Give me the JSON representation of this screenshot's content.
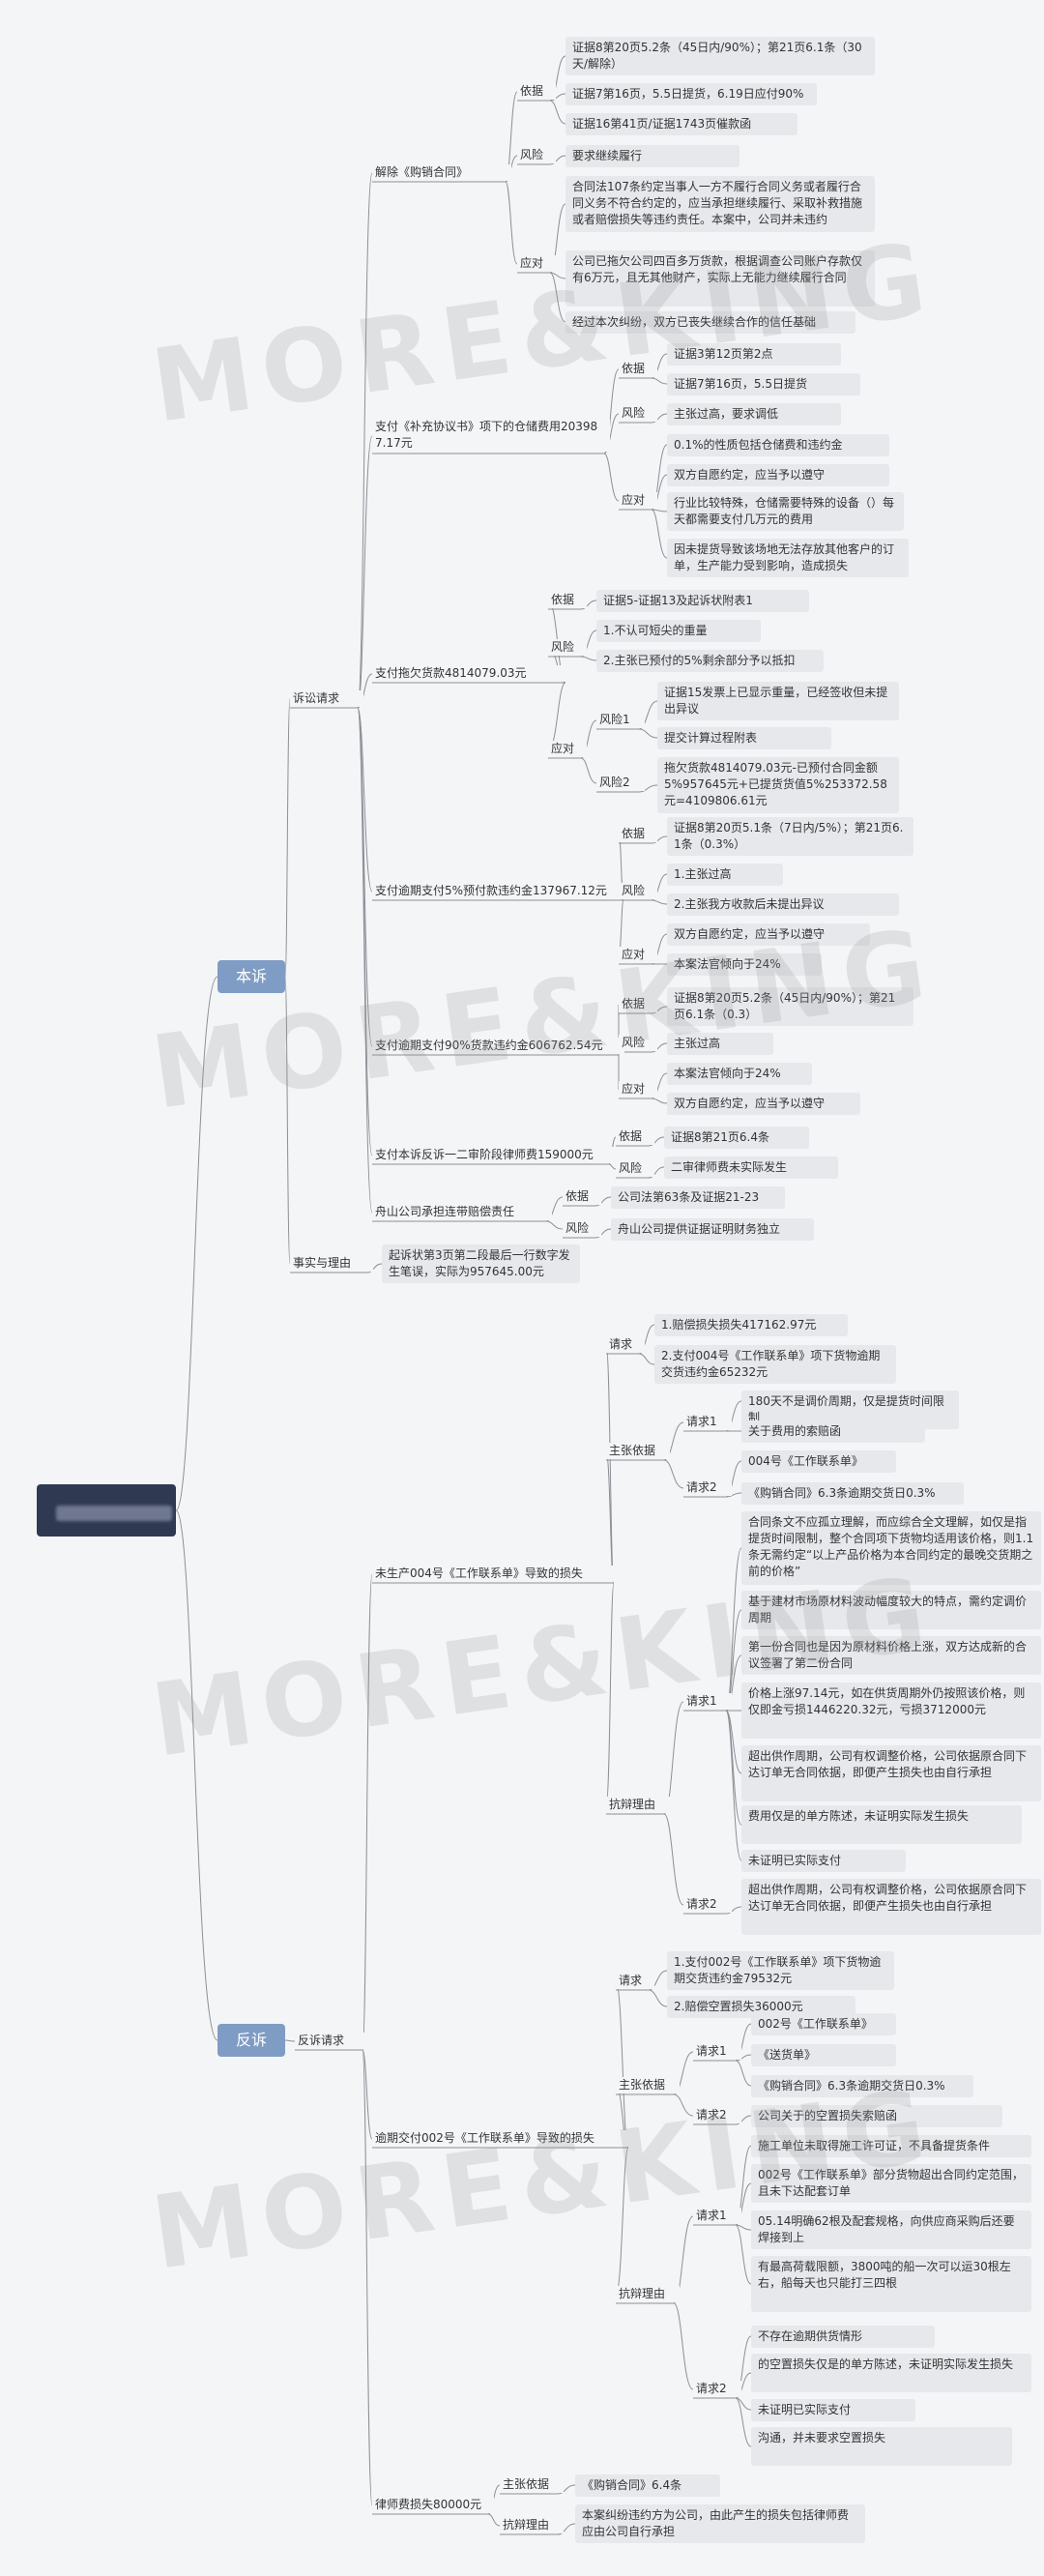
{
  "watermark": "MORE&KING",
  "colors": {
    "background": "#f4f5f7",
    "node": "#e6e8ec",
    "branch": "#7f9cc4",
    "root": "#2f3a52",
    "line": "#8c8f96"
  },
  "root": {
    "label": ""
  },
  "nodes": [
    {
      "id": "benshu",
      "parent": "root",
      "text": "本诉"
    },
    {
      "id": "fanshu",
      "parent": "root",
      "text": "反诉"
    },
    {
      "id": "sq",
      "parent": "benshu",
      "text": "诉讼请求"
    },
    {
      "id": "ss",
      "parent": "benshu",
      "text": "事实与理由"
    },
    {
      "id": "ss1",
      "parent": "ss",
      "text": "起诉状第3页第二段最后一行数字发生笔误，实际为957645.00元"
    },
    {
      "id": "jc",
      "parent": "sq",
      "text": "解除《购销合同》"
    },
    {
      "id": "jc_yj",
      "parent": "jc",
      "text": "依据"
    },
    {
      "id": "jc_yj1",
      "parent": "jc_yj",
      "text": "证据8第20页5.2条（45日内/90%）；第21页6.1条（30天/解除）"
    },
    {
      "id": "jc_yj2",
      "parent": "jc_yj",
      "text": "证据7第16页，5.5日提货，6.19日应付90%"
    },
    {
      "id": "jc_yj3",
      "parent": "jc_yj",
      "text": "证据16第41页/证据1743页催款函"
    },
    {
      "id": "jc_fx",
      "parent": "jc",
      "text": "风险"
    },
    {
      "id": "jc_fx1",
      "parent": "jc_fx",
      "text": "要求继续履行"
    },
    {
      "id": "jc_yd",
      "parent": "jc",
      "text": "应对"
    },
    {
      "id": "jc_yd1",
      "parent": "jc_yd",
      "text": "合同法107条约定当事人一方不履行合同义务或者履行合同义务不符合约定的，应当承担继续履行、采取补救措施或者赔偿损失等违约责任。本案中，公司并未违约"
    },
    {
      "id": "jc_yd2",
      "parent": "jc_yd",
      "text": "公司已拖欠公司四百多万货款，根据调查公司账户存款仅有6万元，且无其他财产，实际上无能力继续履行合同"
    },
    {
      "id": "jc_yd3",
      "parent": "jc_yd",
      "text": "经过本次纠纷，双方已丧失继续合作的信任基础"
    },
    {
      "id": "bc",
      "parent": "sq",
      "text": "支付《补充协议书》项下的仓储费用203987.17元"
    },
    {
      "id": "bc_yj",
      "parent": "bc",
      "text": "依据"
    },
    {
      "id": "bc_yj1",
      "parent": "bc_yj",
      "text": "证据3第12页第2点"
    },
    {
      "id": "bc_yj2",
      "parent": "bc_yj",
      "text": "证据7第16页，5.5日提货"
    },
    {
      "id": "bc_fx",
      "parent": "bc",
      "text": "风险"
    },
    {
      "id": "bc_fx1",
      "parent": "bc_fx",
      "text": "主张过高，要求调低"
    },
    {
      "id": "bc_yd",
      "parent": "bc",
      "text": "应对"
    },
    {
      "id": "bc_yd1",
      "parent": "bc_yd",
      "text": "0.1%的性质包括仓储费和违约金"
    },
    {
      "id": "bc_yd2",
      "parent": "bc_yd",
      "text": "双方自愿约定，应当予以遵守"
    },
    {
      "id": "bc_yd3",
      "parent": "bc_yd",
      "text": "行业比较特殊，仓储需要特殊的设备（）每天都需要支付几万元的费用"
    },
    {
      "id": "bc_yd4",
      "parent": "bc_yd",
      "text": "因未提货导致该场地无法存放其他客户的订单，生产能力受到影响，造成损失"
    },
    {
      "id": "tq",
      "parent": "sq",
      "text": "支付拖欠货款4814079.03元"
    },
    {
      "id": "tq_yj",
      "parent": "tq",
      "text": "依据"
    },
    {
      "id": "tq_yj1",
      "parent": "tq_yj",
      "text": "证据5-证据13及起诉状附表1"
    },
    {
      "id": "tq_fx",
      "parent": "tq",
      "text": "风险"
    },
    {
      "id": "tq_fx1",
      "parent": "tq_fx",
      "text": "1.不认可短尖的重量"
    },
    {
      "id": "tq_fx2",
      "parent": "tq_fx",
      "text": "2.主张已预付的5%剩余部分予以抵扣"
    },
    {
      "id": "tq_yd",
      "parent": "tq",
      "text": "应对"
    },
    {
      "id": "tq_r1",
      "parent": "tq_yd",
      "text": "风险1"
    },
    {
      "id": "tq_r1a",
      "parent": "tq_r1",
      "text": "证据15发票上已显示重量，已经签收但未提出异议"
    },
    {
      "id": "tq_r1b",
      "parent": "tq_r1",
      "text": "提交计算过程附表"
    },
    {
      "id": "tq_r2",
      "parent": "tq_yd",
      "text": "风险2"
    },
    {
      "id": "tq_r2a",
      "parent": "tq_r2",
      "text": "拖欠货款4814079.03元-已预付合同金额5%957645元+已提货货值5%253372.58元=4109806.61元"
    },
    {
      "id": "yq5",
      "parent": "sq",
      "text": "支付逾期支付5%预付款违约金137967.12元"
    },
    {
      "id": "yq5_yj",
      "parent": "yq5",
      "text": "依据"
    },
    {
      "id": "yq5_yj1",
      "parent": "yq5_yj",
      "text": "证据8第20页5.1条（7日内/5%）；第21页6.1条（0.3%）"
    },
    {
      "id": "yq5_fx",
      "parent": "yq5",
      "text": "风险"
    },
    {
      "id": "yq5_fx1",
      "parent": "yq5_fx",
      "text": "1.主张过高"
    },
    {
      "id": "yq5_fx2",
      "parent": "yq5_fx",
      "text": "2.主张我方收款后未提出异议"
    },
    {
      "id": "yq5_yd",
      "parent": "yq5",
      "text": "应对"
    },
    {
      "id": "yq5_yd1",
      "parent": "yq5_yd",
      "text": "双方自愿约定，应当予以遵守"
    },
    {
      "id": "yq5_yd2",
      "parent": "yq5_yd",
      "text": "本案法官倾向于24%"
    },
    {
      "id": "yq90",
      "parent": "sq",
      "text": "支付逾期支付90%货款违约金606762.54元"
    },
    {
      "id": "yq90_yj",
      "parent": "yq90",
      "text": "依据"
    },
    {
      "id": "yq90_yj1",
      "parent": "yq90_yj",
      "text": "证据8第20页5.2条（45日内/90%）；第21页6.1条（0.3）"
    },
    {
      "id": "yq90_fx",
      "parent": "yq90",
      "text": "风险"
    },
    {
      "id": "yq90_fx1",
      "parent": "yq90_fx",
      "text": "主张过高"
    },
    {
      "id": "yq90_yd",
      "parent": "yq90",
      "text": "应对"
    },
    {
      "id": "yq90_yd1",
      "parent": "yq90_yd",
      "text": "本案法官倾向于24%"
    },
    {
      "id": "yq90_yd2",
      "parent": "yq90_yd",
      "text": "双方自愿约定，应当予以遵守"
    },
    {
      "id": "ls",
      "parent": "sq",
      "text": "支付本诉反诉一二审阶段律师费159000元"
    },
    {
      "id": "ls_yj",
      "parent": "ls",
      "text": "依据"
    },
    {
      "id": "ls_yj1",
      "parent": "ls_yj",
      "text": "证据8第21页6.4条"
    },
    {
      "id": "ls_fx",
      "parent": "ls",
      "text": "风险"
    },
    {
      "id": "ls_fx1",
      "parent": "ls_fx",
      "text": "二审律师费未实际发生"
    },
    {
      "id": "zs",
      "parent": "sq",
      "text": "舟山公司承担连带赔偿责任"
    },
    {
      "id": "zs_yj",
      "parent": "zs",
      "text": "依据"
    },
    {
      "id": "zs_yj1",
      "parent": "zs_yj",
      "text": "公司法第63条及证据21-23"
    },
    {
      "id": "zs_fx",
      "parent": "zs",
      "text": "风险"
    },
    {
      "id": "zs_fx1",
      "parent": "zs_fx",
      "text": "舟山公司提供证据证明财务独立"
    },
    {
      "id": "fs",
      "parent": "fanshu",
      "text": "反诉请求"
    },
    {
      "id": "w4",
      "parent": "fs",
      "text": "未生产004号《工作联系单》导致的损失"
    },
    {
      "id": "w4_qq",
      "parent": "w4",
      "text": "请求"
    },
    {
      "id": "w4_qq1",
      "parent": "w4_qq",
      "text": "1.赔偿损失损失417162.97元"
    },
    {
      "id": "w4_qq2",
      "parent": "w4_qq",
      "text": "2.支付004号《工作联系单》项下货物逾期交货违约金65232元"
    },
    {
      "id": "w4_zz",
      "parent": "w4",
      "text": "主张依据"
    },
    {
      "id": "w4_zz_q1",
      "parent": "w4_zz",
      "text": "请求1"
    },
    {
      "id": "w4_zz_q1a",
      "parent": "w4_zz_q1",
      "text": "180天不是调价周期，仅是提货时间限制"
    },
    {
      "id": "w4_zz_q1b",
      "parent": "w4_zz_q1",
      "text": "关于费用的索赔函"
    },
    {
      "id": "w4_zz_q2",
      "parent": "w4_zz",
      "text": "请求2"
    },
    {
      "id": "w4_zz_q2a",
      "parent": "w4_zz_q2",
      "text": "004号《工作联系单》"
    },
    {
      "id": "w4_zz_q2b",
      "parent": "w4_zz_q2",
      "text": "《购销合同》6.3条逾期交货日0.3%"
    },
    {
      "id": "w4_kb",
      "parent": "w4",
      "text": "抗辩理由"
    },
    {
      "id": "w4_kb_q1",
      "parent": "w4_kb",
      "text": "请求1"
    },
    {
      "id": "w4_kb_q1a",
      "parent": "w4_kb_q1",
      "text": "合同条文不应孤立理解，而应综合全文理解，如仅是指提货时间限制，整个合同项下货物均适用该价格，则1.1条无需约定“以上产品价格为本合同约定的最晚交货期之前的价格”"
    },
    {
      "id": "w4_kb_q1b",
      "parent": "w4_kb_q1",
      "text": "基于建材市场原材料波动幅度较大的特点，需约定调价周期"
    },
    {
      "id": "w4_kb_q1c",
      "parent": "w4_kb_q1",
      "text": "第一份合同也是因为原材料价格上涨，双方达成新的合议签署了第二份合同"
    },
    {
      "id": "w4_kb_q1d",
      "parent": "w4_kb_q1",
      "text": "价格上涨97.14元，如在供货周期外仍按照该价格，则仅即金亏损1446220.32元，亏损3712000元"
    },
    {
      "id": "w4_kb_q1e",
      "parent": "w4_kb_q1",
      "text": "超出供作周期，公司有权调整价格，公司依据原合同下达订单无合同依据，即便产生损失也由自行承担"
    },
    {
      "id": "w4_kb_q1f",
      "parent": "w4_kb_q1",
      "text": "费用仅是的单方陈述，未证明实际发生损失"
    },
    {
      "id": "w4_kb_q1g",
      "parent": "w4_kb_q1",
      "text": "未证明已实际支付"
    },
    {
      "id": "w4_kb_q2",
      "parent": "w4_kb",
      "text": "请求2"
    },
    {
      "id": "w4_kb_q2a",
      "parent": "w4_kb_q2",
      "text": "超出供作周期，公司有权调整价格，公司依据原合同下达订单无合同依据，即便产生损失也由自行承担"
    },
    {
      "id": "w2",
      "parent": "fs",
      "text": "逾期交付002号《工作联系单》导致的损失"
    },
    {
      "id": "w2_qq",
      "parent": "w2",
      "text": "请求"
    },
    {
      "id": "w2_qq1",
      "parent": "w2_qq",
      "text": "1.支付002号《工作联系单》项下货物逾期交货违约金79532元"
    },
    {
      "id": "w2_qq2",
      "parent": "w2_qq",
      "text": "2.赔偿空置损失36000元"
    },
    {
      "id": "w2_zz",
      "parent": "w2",
      "text": "主张依据"
    },
    {
      "id": "w2_zz_q1",
      "parent": "w2_zz",
      "text": "请求1"
    },
    {
      "id": "w2_zz_q1a",
      "parent": "w2_zz_q1",
      "text": "002号《工作联系单》"
    },
    {
      "id": "w2_zz_q1b",
      "parent": "w2_zz_q1",
      "text": "《送货单》"
    },
    {
      "id": "w2_zz_q1c",
      "parent": "w2_zz_q1",
      "text": "《购销合同》6.3条逾期交货日0.3%"
    },
    {
      "id": "w2_zz_q2",
      "parent": "w2_zz",
      "text": "请求2"
    },
    {
      "id": "w2_zz_q2a",
      "parent": "w2_zz_q2",
      "text": "公司关于的空置损失索赔函"
    },
    {
      "id": "w2_kb",
      "parent": "w2",
      "text": "抗辩理由"
    },
    {
      "id": "w2_kb_q1",
      "parent": "w2_kb",
      "text": "请求1"
    },
    {
      "id": "w2_kb_q1a",
      "parent": "w2_kb_q1",
      "text": "施工单位未取得施工许可证，不具备提货条件"
    },
    {
      "id": "w2_kb_q1b",
      "parent": "w2_kb_q1",
      "text": "002号《工作联系单》部分货物超出合同约定范围，且未下达配套订单"
    },
    {
      "id": "w2_kb_q1c",
      "parent": "w2_kb_q1",
      "text": "05.14明确62根及配套规格，向供应商采购后还要焊接到上"
    },
    {
      "id": "w2_kb_q1d",
      "parent": "w2_kb_q1",
      "text": "有最高荷载限额，3800吨的船一次可以运30根左右，船每天也只能打三四根"
    },
    {
      "id": "w2_kb_q2",
      "parent": "w2_kb",
      "text": "请求2"
    },
    {
      "id": "w2_kb_q2a",
      "parent": "w2_kb_q2",
      "text": "不存在逾期供货情形"
    },
    {
      "id": "w2_kb_q2b",
      "parent": "w2_kb_q2",
      "text": "的空置损失仅是的单方陈述，未证明实际发生损失"
    },
    {
      "id": "w2_kb_q2c",
      "parent": "w2_kb_q2",
      "text": "未证明已实际支付"
    },
    {
      "id": "w2_kb_q2d",
      "parent": "w2_kb_q2",
      "text": "沟通，并未要求空置损失"
    },
    {
      "id": "lsf",
      "parent": "fs",
      "text": "律师费损失80000元"
    },
    {
      "id": "lsf_zz",
      "parent": "lsf",
      "text": "主张依据"
    },
    {
      "id": "lsf_zz1",
      "parent": "lsf_zz",
      "text": "《购销合同》6.4条"
    },
    {
      "id": "lsf_kb",
      "parent": "lsf",
      "text": "抗辩理由"
    },
    {
      "id": "lsf_kb1",
      "parent": "lsf_kb",
      "text": "本案纠纷违约方为公司，由此产生的损失包括律师费应由公司自行承担"
    }
  ]
}
